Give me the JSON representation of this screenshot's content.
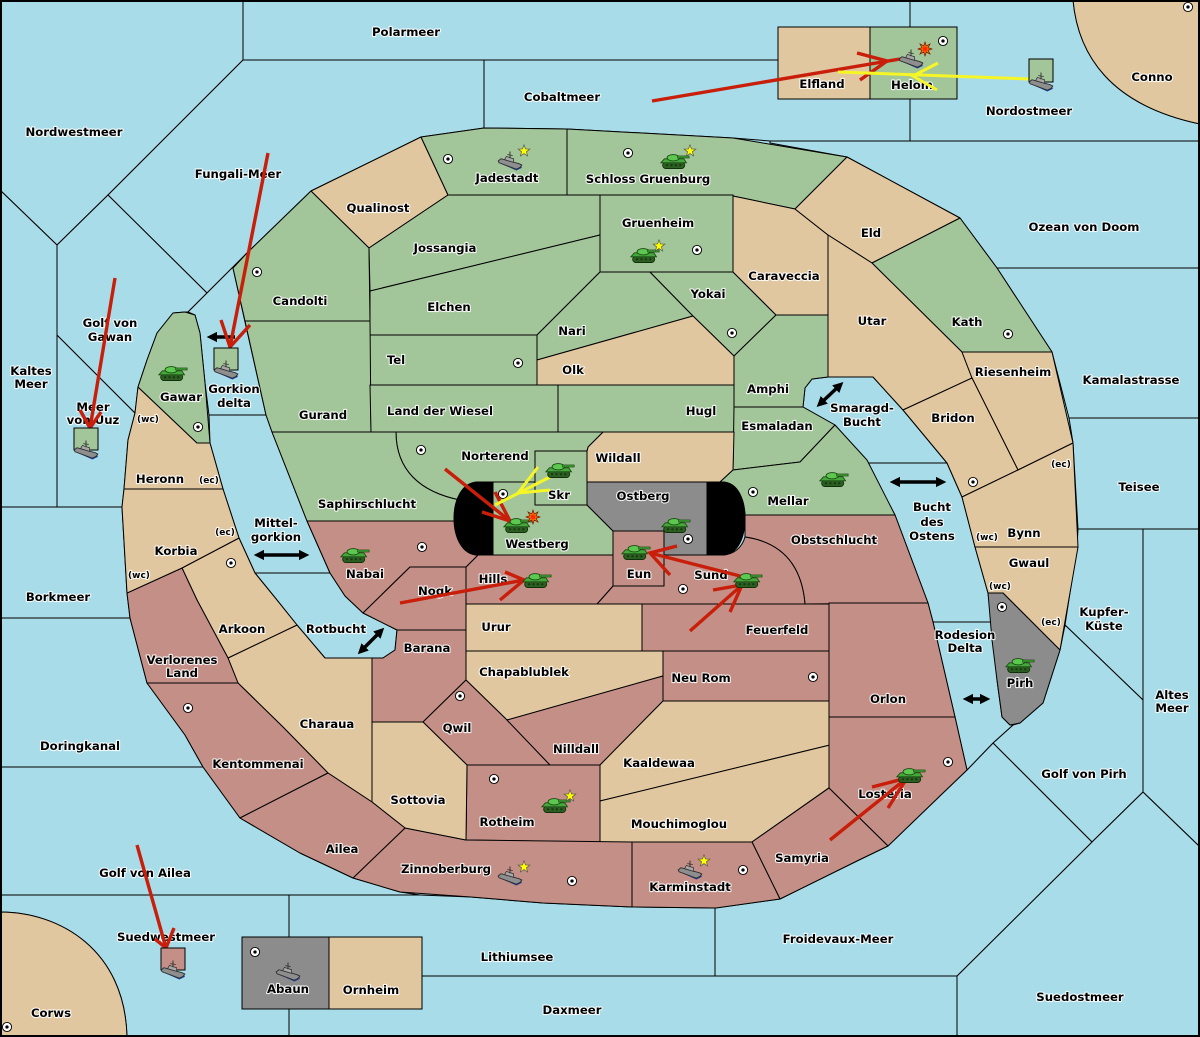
{
  "colors": {
    "sea": "#a9dce9",
    "border": "#000000",
    "label_halo": "#ffffff",
    "move_order": "#c81e0a",
    "support_order": "#f6f626",
    "transit_arrow": "#000000"
  },
  "owners": {
    "green": {
      "color": "#a3c59a"
    },
    "red": {
      "color": "#c48f86"
    },
    "grey": {
      "color": "#8c8c8c"
    },
    "neutral": {
      "color": "#e1c79f"
    }
  },
  "territories": {
    "polarmeer": {
      "name": "Polarmeer",
      "kind": "sea"
    },
    "cobaltmeer": {
      "name": "Cobaltmeer",
      "kind": "sea"
    },
    "nordwestmeer": {
      "name": "Nordwestmeer",
      "kind": "sea"
    },
    "fungali_meer": {
      "name": "Fungali-Meer",
      "kind": "sea"
    },
    "nordostmeer": {
      "name": "Nordostmeer",
      "kind": "sea"
    },
    "ozean_von_doom": {
      "name": "Ozean von Doom",
      "kind": "sea"
    },
    "kamalastrasse": {
      "name": "Kamalastrasse",
      "kind": "sea"
    },
    "teisee": {
      "name": "Teisee",
      "kind": "sea"
    },
    "kupfer_kueste": {
      "name": "Kupfer-Küste",
      "kind": "sea",
      "lines": [
        "Kupfer-",
        "Küste"
      ]
    },
    "altes_meer": {
      "name": "Altes Meer",
      "kind": "sea",
      "lines": [
        "Altes",
        "Meer"
      ]
    },
    "golf_von_pirh": {
      "name": "Golf von Pirh",
      "kind": "sea"
    },
    "suedostmeer": {
      "name": "Suedostmeer",
      "kind": "sea"
    },
    "froidevaux_meer": {
      "name": "Froidevaux-Meer",
      "kind": "sea"
    },
    "daxmeer": {
      "name": "Daxmeer",
      "kind": "sea"
    },
    "lithiumsee": {
      "name": "Lithiumsee",
      "kind": "sea"
    },
    "suedwestmeer": {
      "name": "Suedwestmeer",
      "kind": "sea"
    },
    "golf_von_ailea": {
      "name": "Golf von Ailea",
      "kind": "sea"
    },
    "doringkanal": {
      "name": "Doringkanal",
      "kind": "sea"
    },
    "borkmeer": {
      "name": "Borkmeer",
      "kind": "sea"
    },
    "kaltes_meer": {
      "name": "Kaltes Meer",
      "kind": "sea",
      "lines": [
        "Kaltes",
        "Meer"
      ]
    },
    "meer_von_uuz": {
      "name": "Meer von Uuz",
      "kind": "sea",
      "lines": [
        "Meer",
        "von Uuz"
      ]
    },
    "golf_von_gawan": {
      "name": "Golf von Gawan",
      "kind": "sea",
      "lines": [
        "Golf von",
        "Gawan"
      ]
    },
    "gorkion_delta": {
      "name": "Gorkion delta",
      "kind": "sea",
      "lines": [
        "Gorkion",
        "delta"
      ]
    },
    "mittelgorkion": {
      "name": "Mittel-gorkion",
      "kind": "sea",
      "lines": [
        "Mittel-",
        "gorkion"
      ]
    },
    "rotbucht": {
      "name": "Rotbucht",
      "kind": "sea"
    },
    "smaragd_bucht": {
      "name": "Smaragd-Bucht",
      "kind": "sea",
      "lines": [
        "Smaragd-",
        "Bucht"
      ]
    },
    "bucht_des_ostens": {
      "name": "Bucht des Ostens",
      "kind": "sea",
      "lines": [
        "Bucht",
        "des",
        "Ostens"
      ]
    },
    "rodesion_delta": {
      "name": "Rodesion Delta",
      "kind": "sea",
      "lines": [
        "Rodesion",
        "Delta"
      ]
    },
    "elfland": {
      "name": "Elfland",
      "kind": "land",
      "owner": "neutral"
    },
    "helom": {
      "name": "Helom",
      "kind": "land",
      "owner": "green",
      "supply_center": true
    },
    "conno": {
      "name": "Conno",
      "kind": "land",
      "owner": "neutral",
      "supply_center": true
    },
    "corws": {
      "name": "Corws",
      "kind": "land",
      "owner": "neutral",
      "supply_center": true
    },
    "abaun": {
      "name": "Abaun",
      "kind": "land",
      "owner": "grey",
      "supply_center": true
    },
    "ornheim": {
      "name": "Ornheim",
      "kind": "land",
      "owner": "neutral"
    },
    "qualinost": {
      "name": "Qualinost",
      "kind": "land",
      "owner": "neutral"
    },
    "jadestadt": {
      "name": "Jadestadt",
      "kind": "land",
      "owner": "green",
      "supply_center": true
    },
    "schloss_gruenburg": {
      "name": "Schloss Gruenburg",
      "kind": "land",
      "owner": "green",
      "supply_center": true
    },
    "candolti": {
      "name": "Candolti",
      "kind": "land",
      "owner": "green",
      "supply_center": true
    },
    "jossangia": {
      "name": "Jossangia",
      "kind": "land",
      "owner": "green"
    },
    "gruenheim": {
      "name": "Gruenheim",
      "kind": "land",
      "owner": "green",
      "supply_center": true
    },
    "elchen": {
      "name": "Elchen",
      "kind": "land",
      "owner": "green"
    },
    "nari": {
      "name": "Nari",
      "kind": "land",
      "owner": "green"
    },
    "yokai": {
      "name": "Yokai",
      "kind": "land",
      "owner": "green",
      "supply_center": true
    },
    "olk": {
      "name": "Olk",
      "kind": "land",
      "owner": "neutral"
    },
    "tel": {
      "name": "Tel",
      "kind": "land",
      "owner": "green",
      "supply_center": true
    },
    "caraveccia": {
      "name": "Caraveccia",
      "kind": "land",
      "owner": "neutral"
    },
    "eld": {
      "name": "Eld",
      "kind": "land",
      "owner": "neutral"
    },
    "kath": {
      "name": "Kath",
      "kind": "land",
      "owner": "green",
      "supply_center": true
    },
    "utar": {
      "name": "Utar",
      "kind": "land",
      "owner": "neutral"
    },
    "riesenheim": {
      "name": "Riesenheim",
      "kind": "land",
      "owner": "neutral"
    },
    "bridon": {
      "name": "Bridon",
      "kind": "land",
      "owner": "neutral",
      "supply_center": true
    },
    "bynn": {
      "name": "Bynn",
      "kind": "land",
      "owner": "neutral",
      "coasts": [
        "(ec)",
        "(wc)"
      ]
    },
    "gwaul": {
      "name": "Gwaul",
      "kind": "land",
      "owner": "neutral",
      "coasts": [
        "(wc)",
        "(ec)"
      ]
    },
    "pirh": {
      "name": "Pirh",
      "kind": "land",
      "owner": "grey",
      "supply_center": true
    },
    "amphi": {
      "name": "Amphi",
      "kind": "land",
      "owner": "green"
    },
    "gurand": {
      "name": "Gurand",
      "kind": "land",
      "owner": "green"
    },
    "land_der_wiesel": {
      "name": "Land der Wiesel",
      "kind": "land",
      "owner": "green"
    },
    "hugl": {
      "name": "Hugl",
      "kind": "land",
      "owner": "green"
    },
    "esmaladan": {
      "name": "Esmaladan",
      "kind": "land",
      "owner": "green"
    },
    "wildall": {
      "name": "Wildall",
      "kind": "land",
      "owner": "neutral"
    },
    "norterend": {
      "name": "Norterend",
      "kind": "land",
      "owner": "green",
      "supply_center": true
    },
    "saphirschlucht": {
      "name": "Saphirschlucht",
      "kind": "land",
      "owner": "green"
    },
    "skr": {
      "name": "Skr",
      "kind": "land",
      "owner": "green"
    },
    "westberg": {
      "name": "Westberg",
      "kind": "land",
      "owner": "green",
      "supply_center": true
    },
    "ostberg": {
      "name": "Ostberg",
      "kind": "land",
      "owner": "grey",
      "supply_center": true
    },
    "eun": {
      "name": "Eun",
      "kind": "land",
      "owner": "red"
    },
    "mellar": {
      "name": "Mellar",
      "kind": "land",
      "owner": "green",
      "supply_center": true
    },
    "obstschlucht": {
      "name": "Obstschlucht",
      "kind": "land",
      "owner": "red"
    },
    "sund": {
      "name": "Sund",
      "kind": "land",
      "owner": "red",
      "supply_center": true
    },
    "hills": {
      "name": "Hills",
      "kind": "land",
      "owner": "red"
    },
    "nabai": {
      "name": "Nabai",
      "kind": "land",
      "owner": "red",
      "supply_center": true
    },
    "nogk": {
      "name": "Nogk",
      "kind": "land",
      "owner": "red"
    },
    "urur": {
      "name": "Urur",
      "kind": "land",
      "owner": "neutral"
    },
    "feuerfeld": {
      "name": "Feuerfeld",
      "kind": "land",
      "owner": "red"
    },
    "neu_rom": {
      "name": "Neu Rom",
      "kind": "land",
      "owner": "red",
      "supply_center": true
    },
    "chapablublek": {
      "name": "Chapablublek",
      "kind": "land",
      "owner": "neutral"
    },
    "barana": {
      "name": "Barana",
      "kind": "land",
      "owner": "red"
    },
    "qwil": {
      "name": "Qwil",
      "kind": "land",
      "owner": "red",
      "supply_center": true
    },
    "nilldall": {
      "name": "Nilldall",
      "kind": "land",
      "owner": "red"
    },
    "rotheim": {
      "name": "Rotheim",
      "kind": "land",
      "owner": "red",
      "supply_center": true
    },
    "kaaldewaa": {
      "name": "Kaaldewaa",
      "kind": "land",
      "owner": "neutral"
    },
    "mouchimoglou": {
      "name": "Mouchimoglou",
      "kind": "land",
      "owner": "neutral"
    },
    "orlon": {
      "name": "Orlon",
      "kind": "land",
      "owner": "red"
    },
    "losteria": {
      "name": "Losteria",
      "kind": "land",
      "owner": "red",
      "supply_center": true
    },
    "samyria": {
      "name": "Samyria",
      "kind": "land",
      "owner": "red"
    },
    "karminstadt": {
      "name": "Karminstadt",
      "kind": "land",
      "owner": "red",
      "supply_center": true
    },
    "zinnoberburg": {
      "name": "Zinnoberburg",
      "kind": "land",
      "owner": "red",
      "supply_center": true
    },
    "sottovia": {
      "name": "Sottovia",
      "kind": "land",
      "owner": "neutral"
    },
    "charaua": {
      "name": "Charaua",
      "kind": "land",
      "owner": "neutral"
    },
    "arkoon": {
      "name": "Arkoon",
      "kind": "land",
      "owner": "neutral",
      "supply_center": true
    },
    "verlorenes_land": {
      "name": "Verlorenes Land",
      "kind": "land",
      "owner": "red",
      "lines": [
        "Verlorenes",
        "Land"
      ]
    },
    "kentommenai": {
      "name": "Kentommenai",
      "kind": "land",
      "owner": "red",
      "supply_center": true
    },
    "ailea": {
      "name": "Ailea",
      "kind": "land",
      "owner": "red"
    },
    "korbia": {
      "name": "Korbia",
      "kind": "land",
      "owner": "neutral",
      "coasts": [
        "(ec)",
        "(wc)"
      ]
    },
    "heronn": {
      "name": "Heronn",
      "kind": "land",
      "owner": "neutral",
      "coasts": [
        "(wc)",
        "(ec)"
      ]
    },
    "gawar": {
      "name": "Gawar",
      "kind": "land",
      "owner": "green",
      "supply_center": true
    }
  },
  "units": [
    {
      "type": "fleet",
      "location": "Helom",
      "dislodged": true
    },
    {
      "type": "fleet",
      "location": "Nordostmeer",
      "owner": "green"
    },
    {
      "type": "fleet",
      "location": "Jadestadt",
      "star": true
    },
    {
      "type": "army",
      "location": "Schloss Gruenburg",
      "star": true
    },
    {
      "type": "army",
      "location": "Gruenheim",
      "star": true
    },
    {
      "type": "army",
      "location": "Gawar"
    },
    {
      "type": "fleet",
      "location": "Gorkion delta",
      "owner": "green"
    },
    {
      "type": "fleet",
      "location": "Meer von Uuz",
      "owner": "green"
    },
    {
      "type": "army",
      "location": "Skr"
    },
    {
      "type": "army",
      "location": "Westberg",
      "dislodged": true
    },
    {
      "type": "army",
      "location": "Ostberg"
    },
    {
      "type": "army",
      "location": "Eun"
    },
    {
      "type": "army",
      "location": "Mellar"
    },
    {
      "type": "army",
      "location": "Nabai"
    },
    {
      "type": "army",
      "location": "Hills"
    },
    {
      "type": "army",
      "location": "Sund"
    },
    {
      "type": "army",
      "location": "Pirh"
    },
    {
      "type": "army",
      "location": "Rotheim",
      "star": true
    },
    {
      "type": "army",
      "location": "Losteria"
    },
    {
      "type": "fleet",
      "location": "Zinnoberburg",
      "star": true
    },
    {
      "type": "fleet",
      "location": "Karminstadt",
      "star": true
    },
    {
      "type": "fleet",
      "location": "Abaun"
    },
    {
      "type": "fleet",
      "location": "Suedwestmeer",
      "owner": "red"
    }
  ],
  "orders": [
    {
      "type": "move",
      "from": "Cobaltmeer",
      "to": "Helom"
    },
    {
      "type": "support",
      "from": "Nordostmeer",
      "to": "Helom"
    },
    {
      "type": "move",
      "from": "Fungali-Meer",
      "to": "Gorkion delta"
    },
    {
      "type": "move",
      "from": "Golf von Gawan",
      "to": "Meer von Uuz"
    },
    {
      "type": "move",
      "from": "Golf von Ailea",
      "to": "Suedwestmeer"
    },
    {
      "type": "move",
      "from": "Norterend",
      "to": "Westberg"
    },
    {
      "type": "support",
      "from": "Skr",
      "to": "Westberg"
    },
    {
      "type": "move",
      "from": "Nogk",
      "to": "Hills"
    },
    {
      "type": "move",
      "from": "Sund",
      "to": "Eun"
    },
    {
      "type": "move",
      "from": "Feuerfeld",
      "to": "Sund"
    },
    {
      "type": "move",
      "from": "Samyria",
      "to": "Losteria"
    }
  ],
  "transit_markers": [
    {
      "sea": "Gorkion delta",
      "direction": "one-way"
    },
    {
      "sea": "Mittel-gorkion",
      "direction": "two-way"
    },
    {
      "sea": "Rotbucht",
      "direction": "two-way"
    },
    {
      "sea": "Smaragd-Bucht",
      "direction": "two-way"
    },
    {
      "sea": "Bucht des Ostens",
      "direction": "two-way"
    },
    {
      "sea": "Rodesion Delta",
      "direction": "two-way"
    }
  ]
}
